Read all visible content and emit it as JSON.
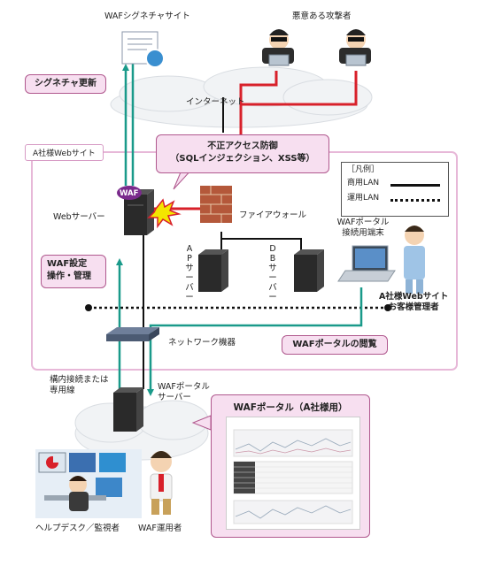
{
  "waf_site": "WAFシグネチャサイト",
  "attackers": "悪意ある攻撃者",
  "signature_update": "シグネチャ更新",
  "internet": "インターネット",
  "website_tag": "A社様Webサイト",
  "fraud": {
    "line1": "不正アクセス防御",
    "line2": "（SQLインジェクション、XSS等）"
  },
  "legend": {
    "title": "［凡例］",
    "commercial": "商用LAN",
    "operational": "運用LAN"
  },
  "waf_badge": "WAF",
  "web_server": "Webサーバー",
  "firewall": "ファイアウォール",
  "ap_server": [
    "A",
    "P",
    "サ",
    "ー",
    "バ",
    "ー"
  ],
  "db_server": [
    "D",
    "B",
    "サ",
    "ー",
    "バ",
    "ー"
  ],
  "portal_terminal": {
    "line1": "WAFポータル",
    "line2": "接続用端末"
  },
  "admin": {
    "line1": "A社様Webサイト",
    "line2": "お客様管理者"
  },
  "waf_settings": {
    "line1": "WAF設定",
    "line2": "操作・管理"
  },
  "network_device": "ネットワーク機器",
  "portal_view": "WAFポータルの閲覧",
  "campus_line": {
    "line1": "構内接続または",
    "line2": "専用線"
  },
  "portal_server": {
    "line1": "WAFポータル",
    "line2": "サーバー"
  },
  "portal_card_title": "WAFポータル（A社様用）",
  "helpdesk": "ヘルプデスク／監視者",
  "waf_operator": "WAF運用者",
  "colors": {
    "commercial_lan": "#d8202a",
    "operational_lan": "#111111",
    "waf_link": "#1a9a8a",
    "pink": "#f7dff0"
  }
}
